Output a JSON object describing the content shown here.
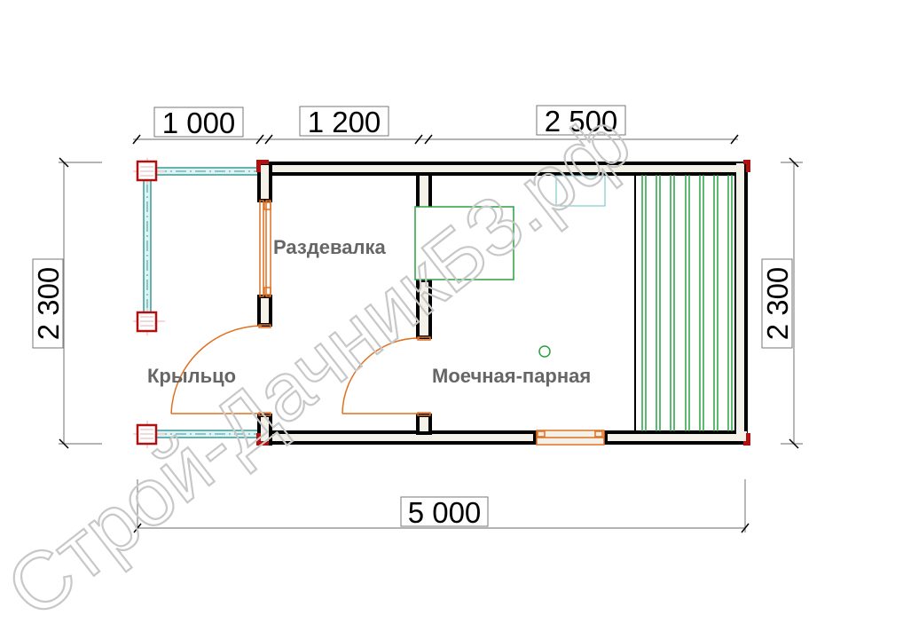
{
  "diagram": {
    "type": "floor-plan",
    "units": "mm",
    "dimensions": {
      "top": [
        {
          "id": "porch",
          "label": "1 000"
        },
        {
          "id": "changing-room",
          "label": "1 200"
        },
        {
          "id": "wash-steam-room",
          "label": "2 500"
        }
      ],
      "left": {
        "label": "2 300"
      },
      "right": {
        "label": "2 300"
      },
      "bottom": {
        "label": "5 000"
      }
    },
    "rooms": [
      {
        "id": "porch",
        "label": "Крыльцо"
      },
      {
        "id": "changing-room",
        "label": "Раздевалка"
      },
      {
        "id": "wash-steam-room",
        "label": "Моечная-парная"
      }
    ],
    "watermark": "Строй-ДачникБ3.рф",
    "colors": {
      "wall": "#000000",
      "wall_fill": "#f4f1e8",
      "column": "#b01010",
      "glazing": "#3a9a9a",
      "door": "#e07020",
      "furniture": "#2aa040",
      "dimension_line": "#888888",
      "label": "#666666",
      "watermark": "#c8c8c8"
    }
  }
}
